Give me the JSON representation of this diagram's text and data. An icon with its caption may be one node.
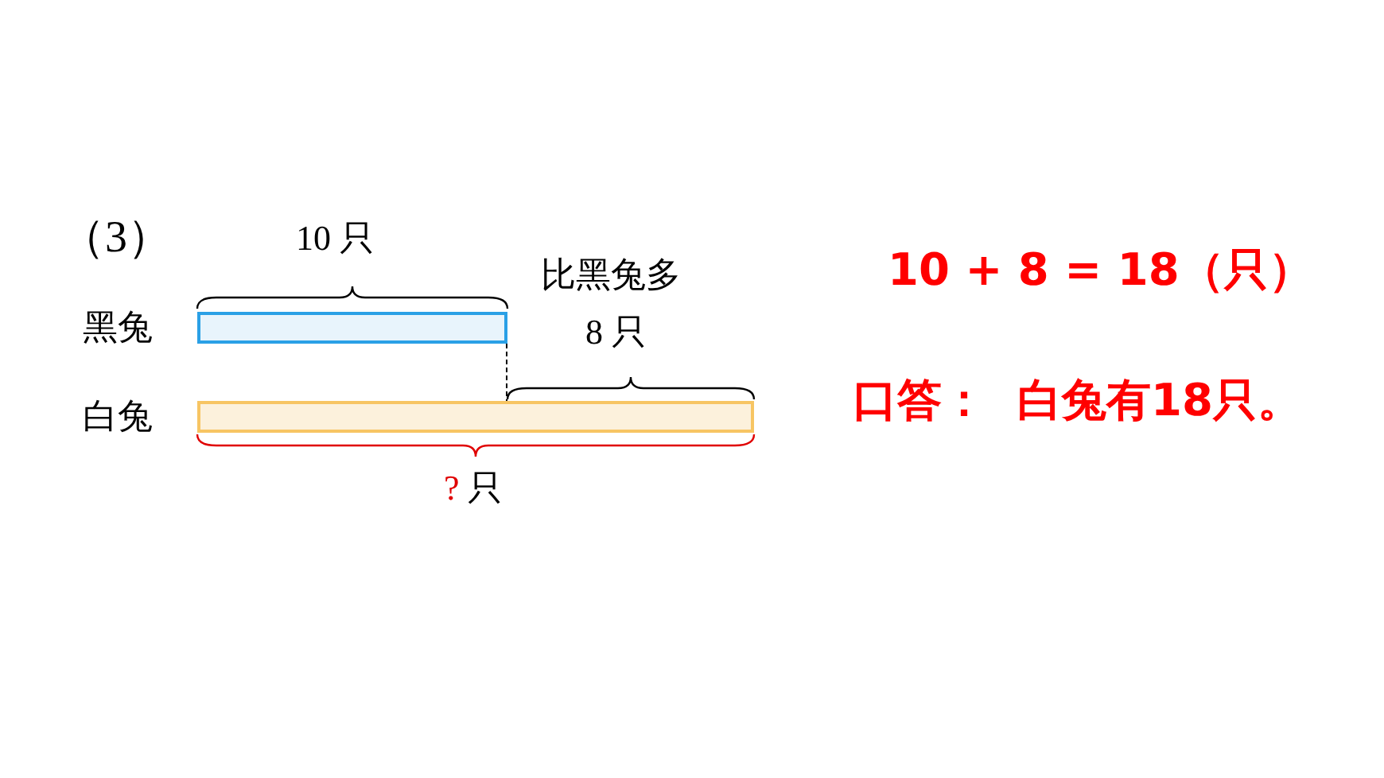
{
  "diagram": {
    "nodes": [
      {
        "text": [],
        "shape": "bar",
        "beside": [
          "黑兔"
        ]
      },
      {
        "text": [],
        "shape": "bar",
        "beside": [
          "白兔"
        ]
      }
    ],
    "edges": [
      {
        "from": 0,
        "to": 1,
        "arrow": "none",
        "style": "dashed"
      }
    ],
    "labels": [
      "（3）",
      "10 只",
      "比黑兔多",
      "8 只",
      "?",
      "只",
      "10 + 8 = 18（只）",
      "口答：  白兔有18只。"
    ]
  }
}
